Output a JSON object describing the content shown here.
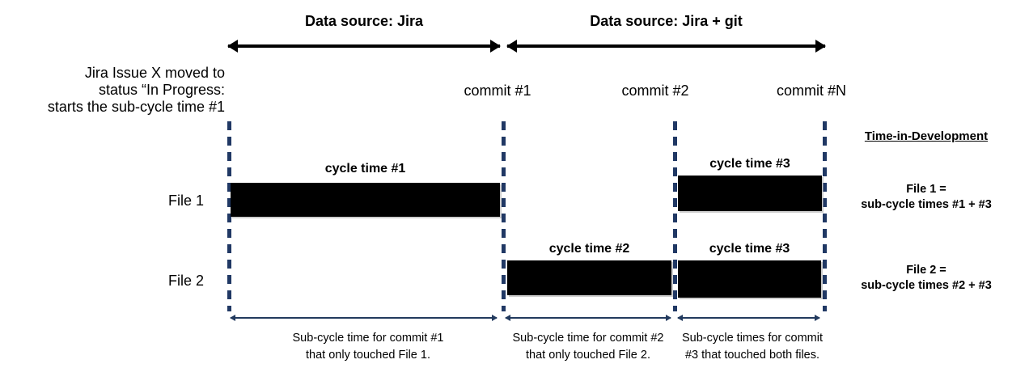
{
  "colors": {
    "arrow": "#000000",
    "thin_arrow": "#223a5e",
    "dash": "#203864",
    "bar": "#000000"
  },
  "top": {
    "sections": [
      {
        "label": "Data source: Jira"
      },
      {
        "label": "Data source: Jira + git"
      }
    ]
  },
  "left_note": {
    "line1": "Jira Issue X moved to",
    "line2": "status “In Progress:",
    "line3": "starts the sub-cycle time #1"
  },
  "commits": [
    {
      "label": "commit #1"
    },
    {
      "label": "commit #2"
    },
    {
      "label": "commit #N"
    }
  ],
  "rows": [
    {
      "label": "File 1"
    },
    {
      "label": "File 2"
    }
  ],
  "bars": [
    {
      "label": "cycle time #1"
    },
    {
      "label": "cycle time #3"
    },
    {
      "label": "cycle time #2"
    },
    {
      "label": "cycle time #3"
    }
  ],
  "right_panel": {
    "title": "Time-in-Development",
    "file1": {
      "line1": "File 1 =",
      "line2": "sub-cycle times #1 + #3"
    },
    "file2": {
      "line1": "File 2 =",
      "line2": "sub-cycle times #2 + #3"
    }
  },
  "bottom_captions": [
    {
      "line1": "Sub-cycle time for commit #1",
      "line2": "that only touched File 1."
    },
    {
      "line1": "Sub-cycle time for commit #2",
      "line2": "that only touched File 2."
    },
    {
      "line1": "Sub-cycle times for commit",
      "line2": "#3 that touched both files."
    }
  ]
}
